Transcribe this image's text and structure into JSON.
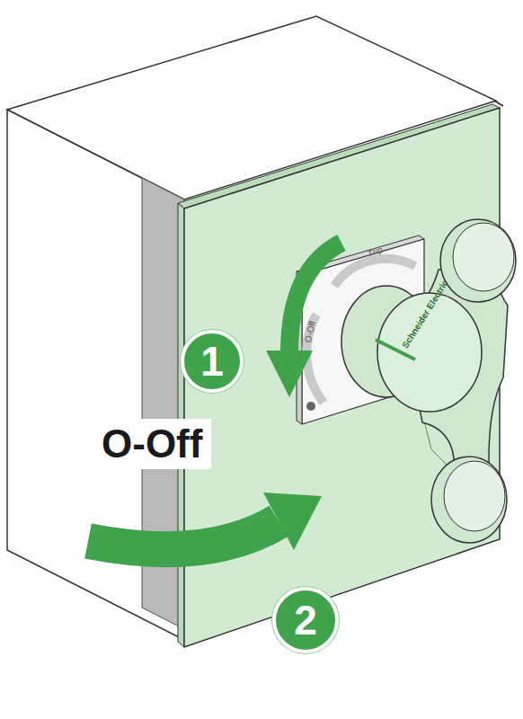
{
  "diagram": {
    "nodes": [
      {
        "text": [
          "1"
        ]
      },
      {
        "text": [
          "2"
        ]
      }
    ],
    "labels": [
      "O-Off",
      "Trip",
      "O-Off",
      "Schneider Electric"
    ]
  }
}
